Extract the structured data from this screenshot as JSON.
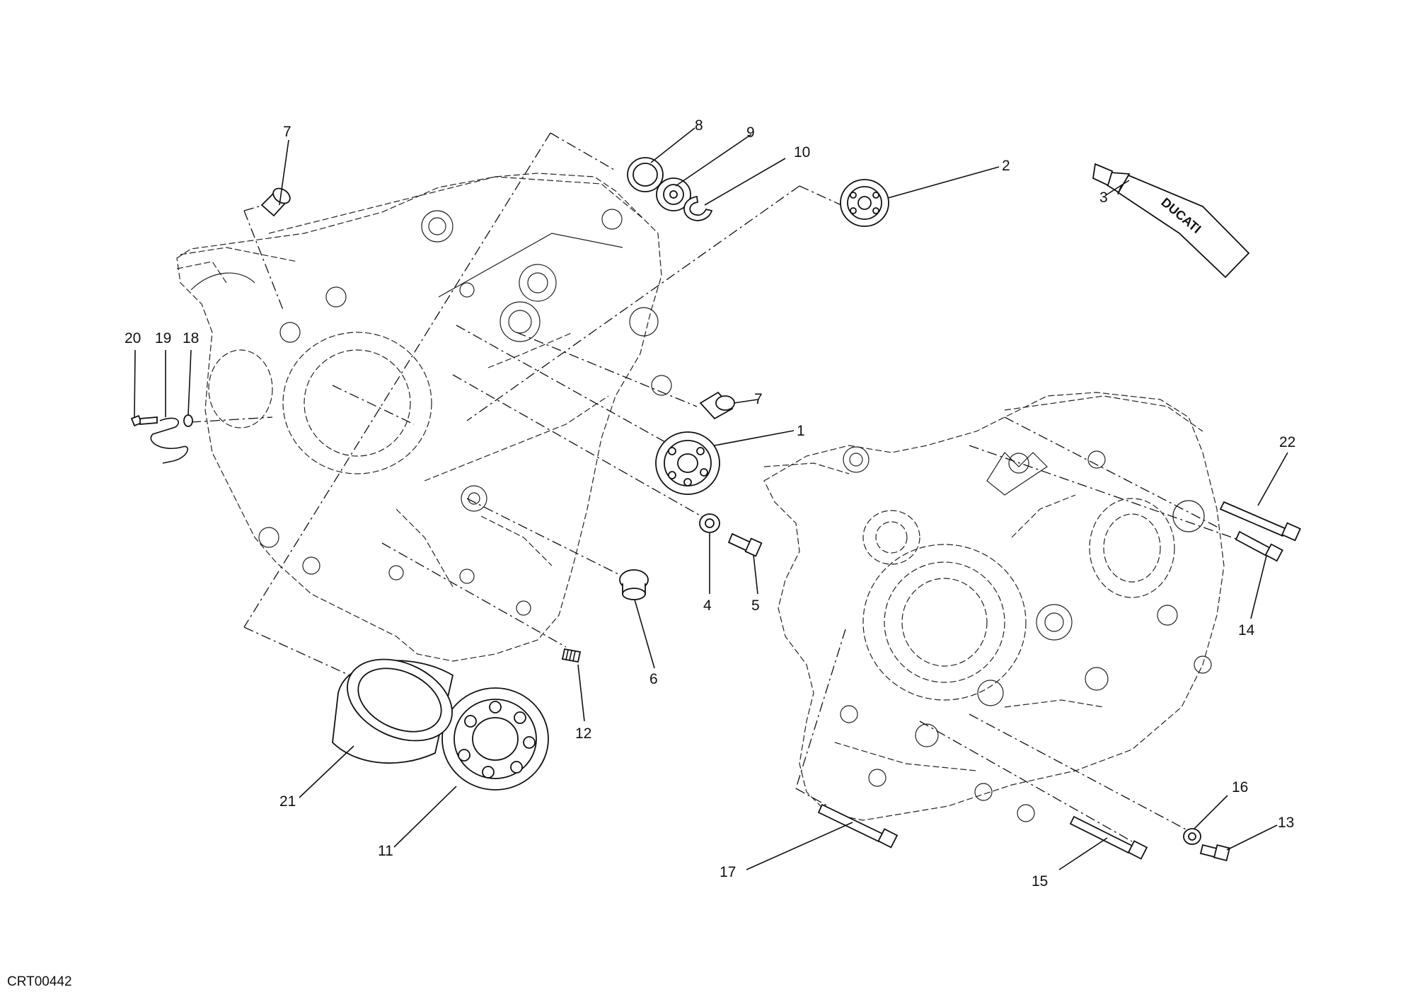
{
  "drawing_code": "CRT00442",
  "tube_brand": "DUCATI",
  "callouts": {
    "c1": "1",
    "c2": "2",
    "c3": "3",
    "c4": "4",
    "c5": "5",
    "c6": "6",
    "c7a": "7",
    "c7b": "7",
    "c8": "8",
    "c9": "9",
    "c10": "10",
    "c11": "11",
    "c12": "12",
    "c13": "13",
    "c14": "14",
    "c15": "15",
    "c16": "16",
    "c17": "17",
    "c18": "18",
    "c19": "19",
    "c20": "20",
    "c21": "21",
    "c22": "22"
  }
}
